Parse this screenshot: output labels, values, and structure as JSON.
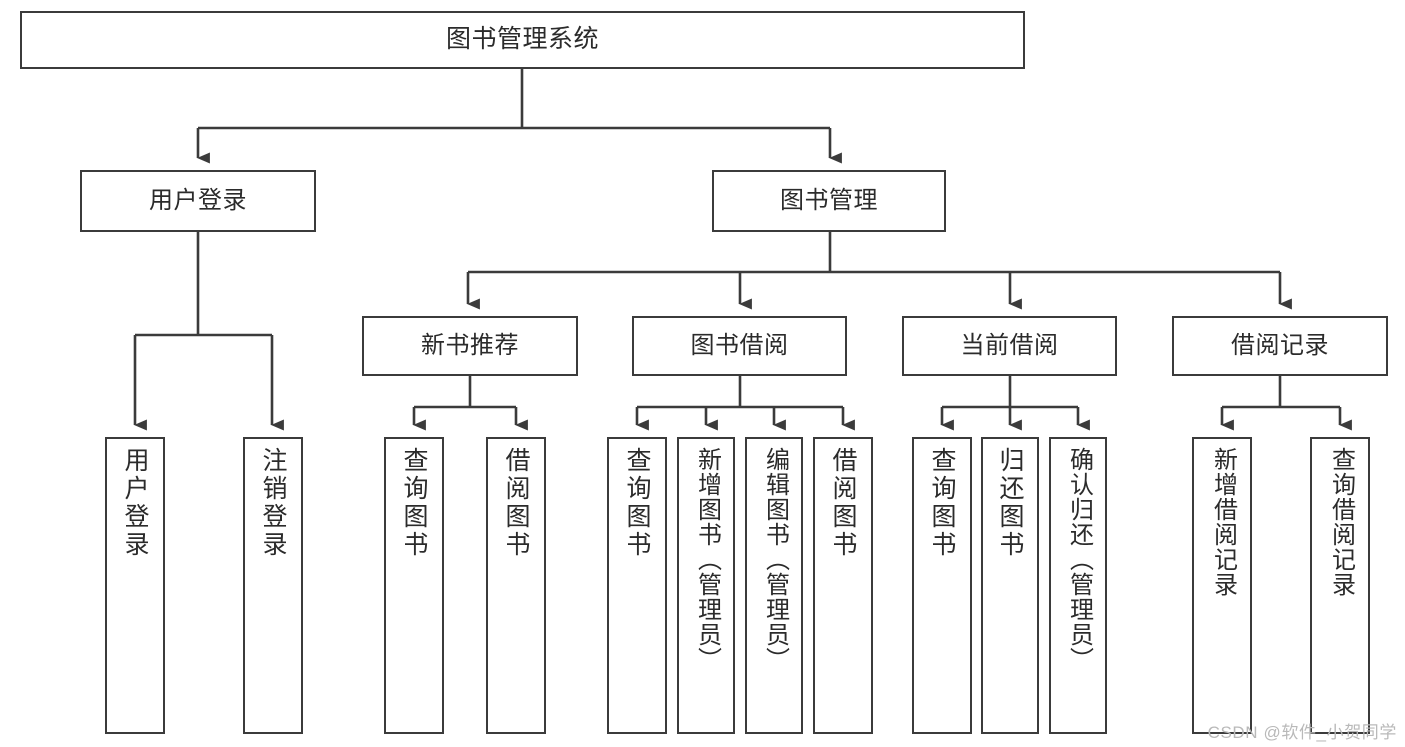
{
  "diagram": {
    "title": "图书管理系统",
    "type": "functional structure tree",
    "colors": {
      "box_border": "#3b3b3b",
      "box_fill": "#ffffff",
      "connector": "#3b3b3b",
      "text": "#2b2b2b",
      "background": "#ffffff",
      "watermark": "#b9b9b9"
    },
    "root": {
      "label": "图书管理系统"
    },
    "level2": [
      {
        "label": "用户登录"
      },
      {
        "label": "图书管理"
      }
    ],
    "level3": [
      {
        "label": "新书推荐"
      },
      {
        "label": "图书借阅"
      },
      {
        "label": "当前借阅"
      },
      {
        "label": "借阅记录"
      }
    ],
    "leaves": {
      "user_login": [
        {
          "label": "用户登录"
        },
        {
          "label": "注销登录"
        }
      ],
      "new_book": [
        {
          "label": "查询图书"
        },
        {
          "label": "借阅图书"
        }
      ],
      "book_borrow": [
        {
          "label": "查询图书"
        },
        {
          "label": "新增图书（管理员）"
        },
        {
          "label": "编辑图书（管理员）"
        },
        {
          "label": "借阅图书"
        }
      ],
      "current_borrow": [
        {
          "label": "查询图书"
        },
        {
          "label": "归还图书"
        },
        {
          "label": "确认归还（管理员）"
        }
      ],
      "borrow_record": [
        {
          "label": "新增借阅记录"
        },
        {
          "label": "查询借阅记录"
        }
      ]
    }
  },
  "watermark": {
    "text": "CSDN @软件_小贺同学"
  }
}
